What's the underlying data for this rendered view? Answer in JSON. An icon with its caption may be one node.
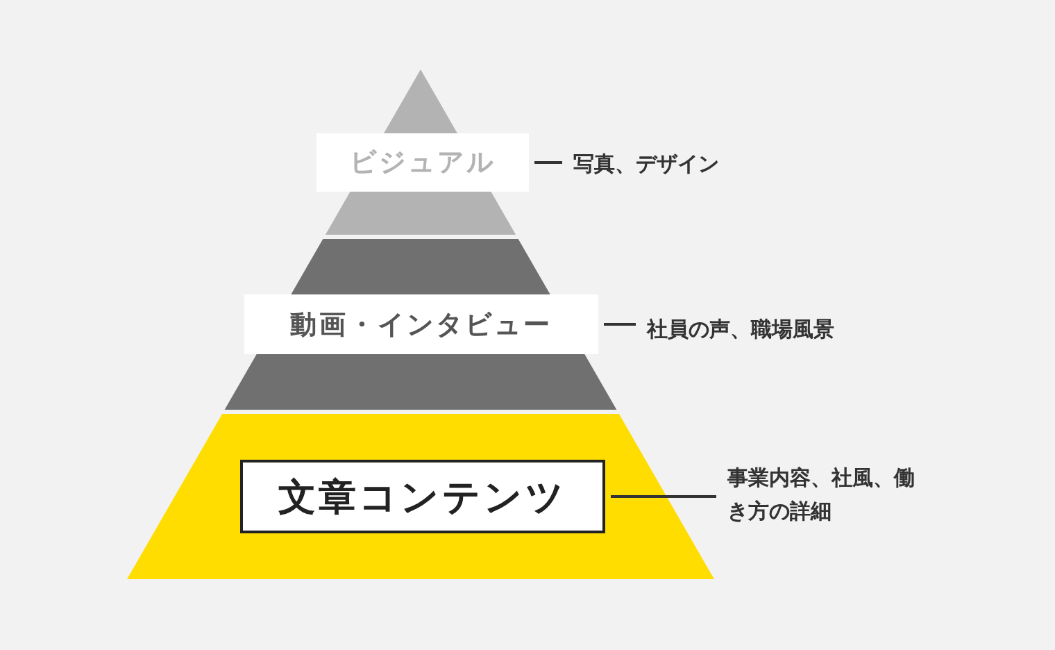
{
  "diagram": {
    "nodes": [
      {
        "text": [
          "ビジュアル"
        ]
      },
      {
        "text": [
          "写真、デザイン"
        ]
      },
      {
        "text": [
          "動画・インタビュー"
        ]
      },
      {
        "text": [
          "社員の声、職場風景"
        ]
      },
      {
        "text": [
          "文章コンテンツ"
        ]
      },
      {
        "text": [
          "事業内容、社風、働き方の詳細"
        ]
      }
    ],
    "edges": [
      {
        "from": 0,
        "to": 1,
        "arrow": "none"
      },
      {
        "from": 2,
        "to": 3,
        "arrow": "none"
      },
      {
        "from": 4,
        "to": 5,
        "arrow": "none"
      }
    ]
  }
}
